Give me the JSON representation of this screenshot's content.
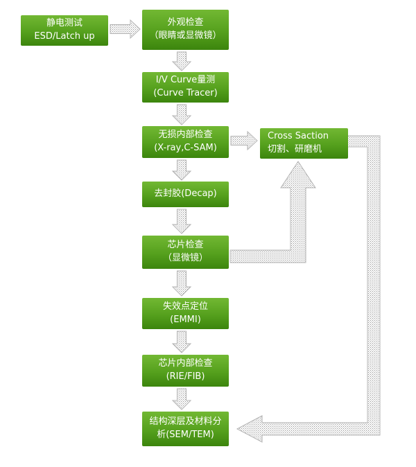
{
  "flowchart": {
    "boxes": {
      "esd": {
        "label": "静电测试\nESD/Latch up"
      },
      "visual": {
        "label": "外观检查\n（眼睛或显微镜）"
      },
      "iv": {
        "label": "I/V Curve量测\n(Curve Tracer)"
      },
      "ndt": {
        "label": "无损内部检查\n(X-ray,C-SAM)"
      },
      "cross": {
        "label": "Cross Saction\n切割、研磨机"
      },
      "decap": {
        "label": "去封胶(Decap)"
      },
      "die": {
        "label": "芯片检查\n（显微镜）"
      },
      "emmi": {
        "label": "失效点定位\n(EMMI)"
      },
      "rie": {
        "label": "芯片内部检查\n(RIE/FIB)"
      },
      "sem": {
        "label": "结构深层及材料分\n析(SEM/TEM)"
      }
    },
    "colors": {
      "box_gradient_top": "#72b833",
      "box_gradient_bottom": "#3c850d",
      "box_text": "#ffffff",
      "arrow_dot": "#999999",
      "arrow_outline": "#b3b3b3",
      "background": "#ffffff"
    }
  }
}
